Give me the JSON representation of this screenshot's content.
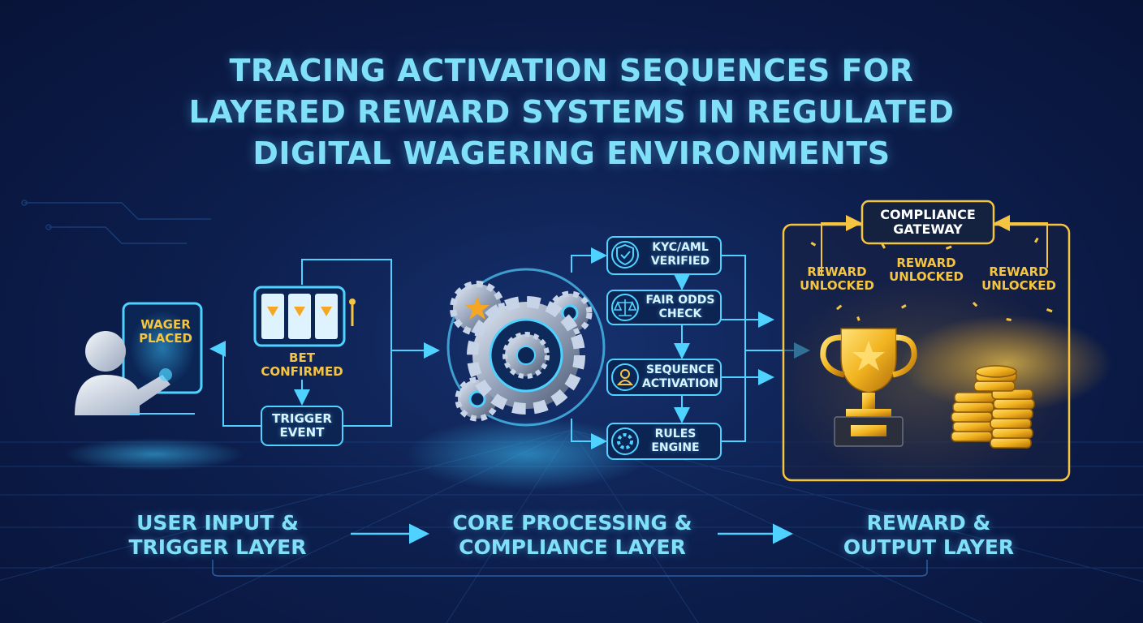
{
  "title": {
    "line1": "TRACING ACTIVATION SEQUENCES FOR",
    "line2": "LAYERED REWARD SYSTEMS IN REGULATED",
    "line3": "DIGITAL WAGERING ENVIRONMENTS"
  },
  "input_layer": {
    "wager_line1": "WAGER",
    "wager_line2": "PLACED",
    "bet_line1": "BET",
    "bet_line2": "CONFIRMED",
    "trigger_line1": "TRIGGER",
    "trigger_line2": "EVENT"
  },
  "checks": {
    "kyc_line1": "KYC/AML",
    "kyc_line2": "VERIFIED",
    "odds_line1": "FAIR ODDS",
    "odds_line2": "CHECK",
    "seq_line1": "SEQUENCE",
    "seq_line2": "ACTIVATION",
    "rules_line1": "RULES",
    "rules_line2": "ENGINE"
  },
  "output_layer": {
    "gateway_line1": "COMPLIANCE",
    "gateway_line2": "GATEWAY",
    "reward1_line1": "REWARD",
    "reward1_line2": "UNLOCKED",
    "reward2_line1": "REWARD",
    "reward2_line2": "UNLOCKED",
    "reward3_line1": "REWARD",
    "reward3_line2": "UNLOCKED"
  },
  "layers": {
    "input_line1": "USER INPUT &",
    "input_line2": "TRIGGER LAYER",
    "core_line1": "CORE PROCESSING &",
    "core_line2": "COMPLIANCE LAYER",
    "reward_line1": "REWARD &",
    "reward_line2": "OUTPUT LAYER"
  },
  "colors": {
    "background": "#0d1f4e",
    "cyan_accent": "#4fd2ff",
    "gold_accent": "#f5c542",
    "title_color": "#7fe0f8"
  },
  "icons": [
    "user-icon",
    "tablet-icon",
    "slot-machine-icon",
    "gears-icon",
    "shield-check-icon",
    "scales-icon",
    "person-pin-icon",
    "gear-icon",
    "trophy-icon",
    "coin-stack-icon"
  ]
}
